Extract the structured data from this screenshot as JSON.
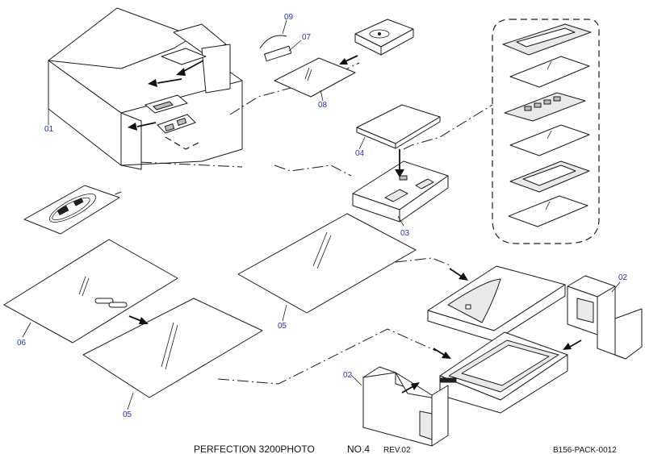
{
  "colors": {
    "callout": "#2a33a8",
    "line": "#1a1a1a",
    "background": "#ffffff"
  },
  "callouts": {
    "p01": "01",
    "p02a": "02",
    "p02b": "02",
    "p03": "03",
    "p04": "04",
    "p05a": "05",
    "p05b": "05",
    "p06": "06",
    "p07": "07",
    "p08": "08",
    "p09": "09"
  },
  "footer": {
    "model": "PERFECTION 3200PHOTO",
    "sheet": "NO.4",
    "revision": "REV.02",
    "doc_id": "B156-PACK-0012"
  }
}
